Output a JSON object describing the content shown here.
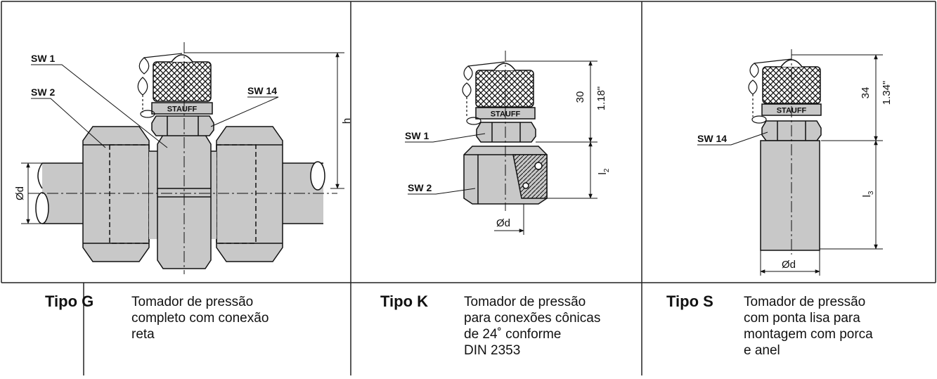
{
  "panels": [
    {
      "type_label": "Tipo G",
      "description": "Tomador de pressão\ncompleto com conexão\nreta",
      "labels": {
        "sw1": "SW 1",
        "sw2": "SW 2",
        "sw14": "SW 14",
        "h": "h",
        "od": "Ød",
        "brand": "STAUFF"
      }
    },
    {
      "type_label": "Tipo K",
      "description": "Tomador de pressão\npara conexões cônicas\nde 24˚ conforme\nDIN 2353",
      "labels": {
        "sw1": "SW 1",
        "sw2": "SW 2",
        "dim_mm": "30",
        "dim_in": "1.18\"",
        "l2": "l",
        "l2_sub": "2",
        "od": "Ød",
        "brand": "STAUFF"
      }
    },
    {
      "type_label": "Tipo S",
      "description": "Tomador de pressão\ncom ponta lisa para\nmontagem com porca\ne anel",
      "labels": {
        "sw14": "SW 14",
        "dim_mm": "34",
        "dim_in": "1.34\"",
        "l3": "l",
        "l3_sub": "3",
        "od": "Ød",
        "brand": "STAUFF"
      }
    }
  ],
  "colors": {
    "metal": "#c8c8c8",
    "line": "#111111",
    "frame": "#222222"
  }
}
